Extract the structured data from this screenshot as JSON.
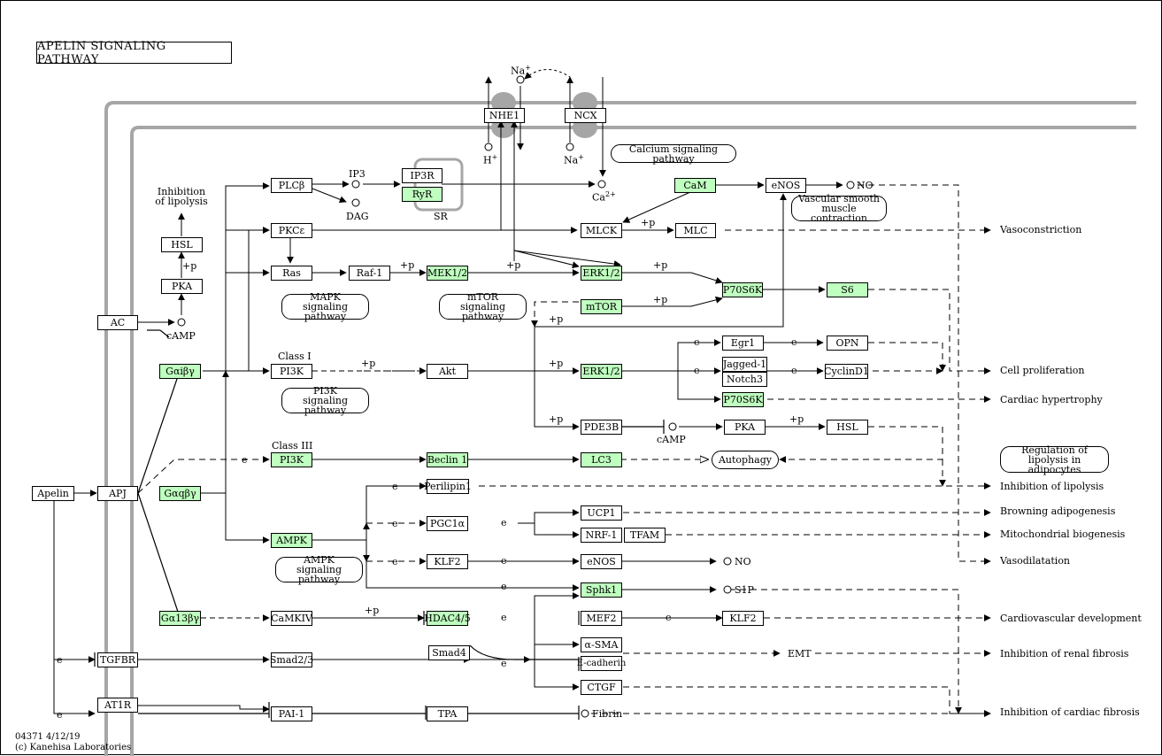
{
  "title": "APELIN SIGNALING PATHWAY",
  "footer": {
    "id_date": "04371 4/12/19",
    "copyright": "(c) Kanehisa Laboratories"
  },
  "nodes": {
    "apelin": "Apelin",
    "apj": "APJ",
    "ac": "AC",
    "gaibg": "Gαiβγ",
    "gaqbg": "Gαqβγ",
    "ga13bg": "Gα13βγ",
    "tgfbr": "TGFBR",
    "at1r": "AT1R",
    "pka1": "PKA",
    "hsl1": "HSL",
    "plcb": "PLCβ",
    "pkce": "PKCε",
    "ras": "Ras",
    "raf1": "Raf-1",
    "mek": "MEK1/2",
    "erk_top": "ERK1/2",
    "pi3k1": "PI3K",
    "akt": "Akt",
    "erk_mid": "ERK1/2",
    "pi3k3": "PI3K",
    "beclin": "Beclin 1",
    "lc3": "LC3",
    "ampk": "AMPK",
    "camkiv": "CaMKIV",
    "hdac": "HDAC4/5",
    "smad23": "Smad2/3",
    "smad4": "Smad4",
    "pai1": "PAI-1",
    "tpa": "TPA",
    "ip3r": "IP3R",
    "ryr": "RyR",
    "nhe1": "NHE1",
    "ncx": "NCX",
    "cam": "CaM",
    "enos_top": "eNOS",
    "mlck": "MLCK",
    "mlc": "MLC",
    "p70_top": "P70S6K",
    "s6": "S6",
    "mtor": "mTOR",
    "egr1": "Egr1",
    "opn": "OPN",
    "jagged": "Jagged-1",
    "notch": "Notch3",
    "cyclin": "CyclinD1",
    "p70_mid": "P70S6K",
    "pde3b": "PDE3B",
    "pka2": "PKA",
    "hsl2": "HSL",
    "perilipin": "Perilipin1",
    "pgc1a": "PGC1α",
    "ucp1": "UCP1",
    "nrf1": "NRF-1",
    "tfam": "TFAM",
    "klf2a": "KLF2",
    "enos_low": "eNOS",
    "sphk1": "Sphk1",
    "mef2": "MEF2",
    "klf2b": "KLF2",
    "asma": "α-SMA",
    "ecad": "E-cadherin",
    "ctgf": "CTGF"
  },
  "compounds": {
    "ip3": "IP3",
    "dag": "DAG",
    "camp1": "cAMP",
    "camp2": "cAMP",
    "na_top": "Na",
    "h": "H",
    "na_low": "Na",
    "ca": "Ca",
    "no_top": "NO",
    "no_low": "NO",
    "s1p": "S1P",
    "fibrin": "Fibrin"
  },
  "labels": {
    "inhibition_lipolysis_l1": "Inhibition",
    "inhibition_lipolysis_l2": "of lipolysis",
    "class1": "Class I",
    "class3": "Class III",
    "sr": "SR",
    "emt": "EMT",
    "plus_sign": "+",
    "two_plus": "2+",
    "plus_p": "+p",
    "e": "e"
  },
  "links": {
    "calcium": "Calcium signaling pathway",
    "vsmc_l1": "Vascular smooth",
    "vsmc_l2": "muscle contraction",
    "mapk_l1": "MAPK",
    "mapk_l2": "signaling pathway",
    "mtor_l1": "mTOR",
    "mtor_l2": "signaling pathway",
    "pi3k_l1": "PI3K",
    "pi3k_l2": "signaling pathway",
    "ampk_l1": "AMPK",
    "ampk_l2": "signaling pathway",
    "autophagy": "Autophagy",
    "reg_l1": "Regulation of",
    "reg_l2": "lipolysis in adipocytes"
  },
  "outcomes": {
    "vasoconstriction": "Vasoconstriction",
    "cell_prolif": "Cell proliferation",
    "cardiac_hyp": "Cardiac hypertrophy",
    "inhib_lipolysis": "Inhibition of lipolysis",
    "browning": "Browning adipogenesis",
    "mito": "Mitochondrial biogenesis",
    "vasodil": "Vasodilatation",
    "cardio_dev": "Cardiovascular development",
    "renal": "Inhibition of renal fibrosis",
    "cardiac_fib": "Inhibition of cardiac fibrosis"
  },
  "colors": {
    "highlight": "#bfffbf",
    "membrane": "#a6a6a6",
    "line": "#000000"
  }
}
